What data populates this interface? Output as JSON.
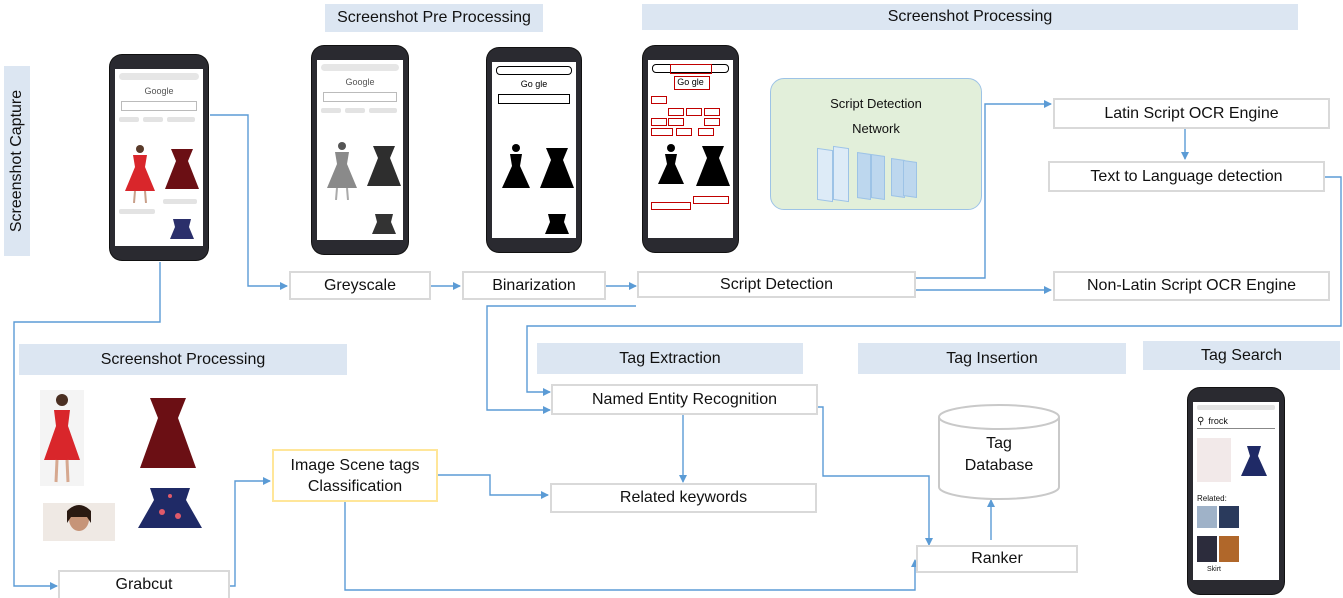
{
  "sections": {
    "pre_processing": "Screenshot Pre Processing",
    "processing_top": "Screenshot Processing",
    "capture": "Screenshot Capture",
    "processing_left": "Screenshot Processing",
    "tag_extraction": "Tag Extraction",
    "tag_insertion": "Tag Insertion",
    "tag_search": "Tag Search"
  },
  "steps": {
    "greyscale": "Greyscale",
    "binarization": "Binarization",
    "script_detection": "Script Detection",
    "latin_ocr": "Latin Script OCR Engine",
    "text_to_language": "Text to Language detection",
    "non_latin_ocr": "Non-Latin Script OCR Engine",
    "ner": "Named Entity Recognition",
    "related_keywords": "Related keywords",
    "image_scene_tags_line1": "Image Scene tags",
    "image_scene_tags_line2": "Classification",
    "grabcut": "Grabcut",
    "ranker": "Ranker",
    "tag_database_line1": "Tag",
    "tag_database_line2": "Database"
  },
  "network": {
    "line1": "Script Detection",
    "line2": "Network"
  },
  "search_phone": {
    "query": "frock",
    "related": "Related:",
    "skirt": "Skirt"
  },
  "colors": {
    "arrow": "#5b9bd5",
    "band": "#dce6f2",
    "box_border": "#d9d9d9",
    "scene_box_border": "#ffe699",
    "network_fill": "#e2efda",
    "dress_red": "#d9262b",
    "dress_maroon": "#6b0f14"
  }
}
